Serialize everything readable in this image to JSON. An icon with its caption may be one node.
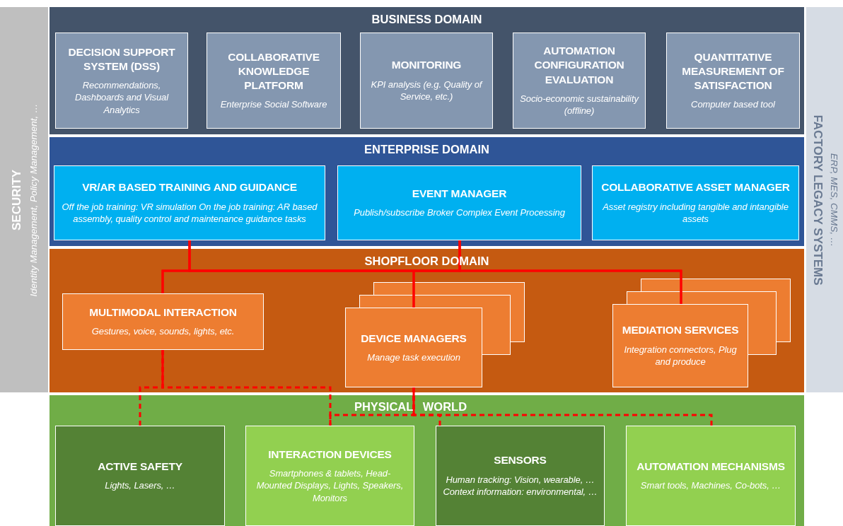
{
  "diagram": {
    "nodes": [
      {
        "text": [
          "SECURITY",
          "Identity Management, Policy Management, …"
        ]
      },
      {
        "text": [
          "FACTORY LEGACY SYSTEMS",
          "ERP, MES, CMMS, …"
        ]
      },
      {
        "text": [
          "BUSINESS DOMAIN"
        ]
      },
      {
        "text": [
          "DECISION SUPPORT SYSTEM (DSS)",
          "Recommendations, Dashboards and Visual Analytics"
        ],
        "in": 2
      },
      {
        "text": [
          "COLLABORATIVE KNOWLEDGE PLATFORM",
          "Enterprise Social Software"
        ],
        "in": 2
      },
      {
        "text": [
          "MONITORING",
          "KPI analysis (e.g. Quality of Service, etc.)"
        ],
        "in": 2
      },
      {
        "text": [
          "AUTOMATION CONFIGURATION EVALUATION",
          "Socio-economic sustainability (offline)"
        ],
        "in": 2
      },
      {
        "text": [
          "QUANTITATIVE MEASUREMENT OF SATISFACTION",
          "Computer based tool"
        ],
        "in": 2
      },
      {
        "text": [
          "ENTERPRISE DOMAIN"
        ]
      },
      {
        "text": [
          "VR/AR BASED TRAINING AND GUIDANCE",
          "Off the job training: VR simulation On the job training: AR based assembly, quality control and maintenance guidance tasks"
        ],
        "in": 8
      },
      {
        "text": [
          "EVENT MANAGER",
          "Publish/subscribe Broker Complex Event Processing"
        ],
        "in": 8
      },
      {
        "text": [
          "COLLABORATIVE ASSET MANAGER",
          "Asset registry including tangible and intangible assets"
        ],
        "in": 8
      },
      {
        "text": [
          "SHOPFLOOR DOMAIN"
        ]
      },
      {
        "text": [
          "MULTIMODAL INTERACTION",
          "Gestures, voice, sounds, lights, etc."
        ],
        "in": 12
      },
      {
        "text": [
          "DEVICE MANAGERS",
          "Manage task execution"
        ],
        "in": 12
      },
      {
        "text": [
          "MEDIATION SERVICES",
          "Integration connectors, Plug and produce"
        ],
        "in": 12
      },
      {
        "text": [
          "PHYSICAL   WORLD"
        ]
      },
      {
        "text": [
          "ACTIVE SAFETY",
          "Lights, Lasers, …"
        ],
        "in": 16
      },
      {
        "text": [
          "INTERACTION DEVICES",
          "Smartphones & tablets, Head-Mounted Displays, Lights, Speakers, Monitors"
        ],
        "in": 16
      },
      {
        "text": [
          "SENSORS",
          "Human tracking: Vision, wearable, … Context information: environmental, …"
        ],
        "in": 16
      },
      {
        "text": [
          "AUTOMATION MECHANISMS",
          "Smart tools, Machines, Co-bots, …"
        ],
        "in": 16
      }
    ],
    "edges": [
      {
        "from": 9,
        "to": 13,
        "arrow": "none"
      },
      {
        "from": 9,
        "to": 14,
        "arrow": "none"
      },
      {
        "from": 9,
        "to": 15,
        "arrow": "none"
      },
      {
        "from": 10,
        "to": 13,
        "arrow": "none"
      },
      {
        "from": 10,
        "to": 14,
        "arrow": "none"
      },
      {
        "from": 10,
        "to": 15,
        "arrow": "none"
      },
      {
        "from": 13,
        "to": 17,
        "arrow": "none",
        "style": "dashed"
      },
      {
        "from": 13,
        "to": 18,
        "arrow": "none",
        "style": "dashed"
      },
      {
        "from": 14,
        "to": 18,
        "arrow": "none",
        "style": "dashed"
      },
      {
        "from": 14,
        "to": 19,
        "arrow": "none",
        "style": "dashed"
      },
      {
        "from": 14,
        "to": 20,
        "arrow": "none",
        "style": "dashed"
      }
    ]
  }
}
